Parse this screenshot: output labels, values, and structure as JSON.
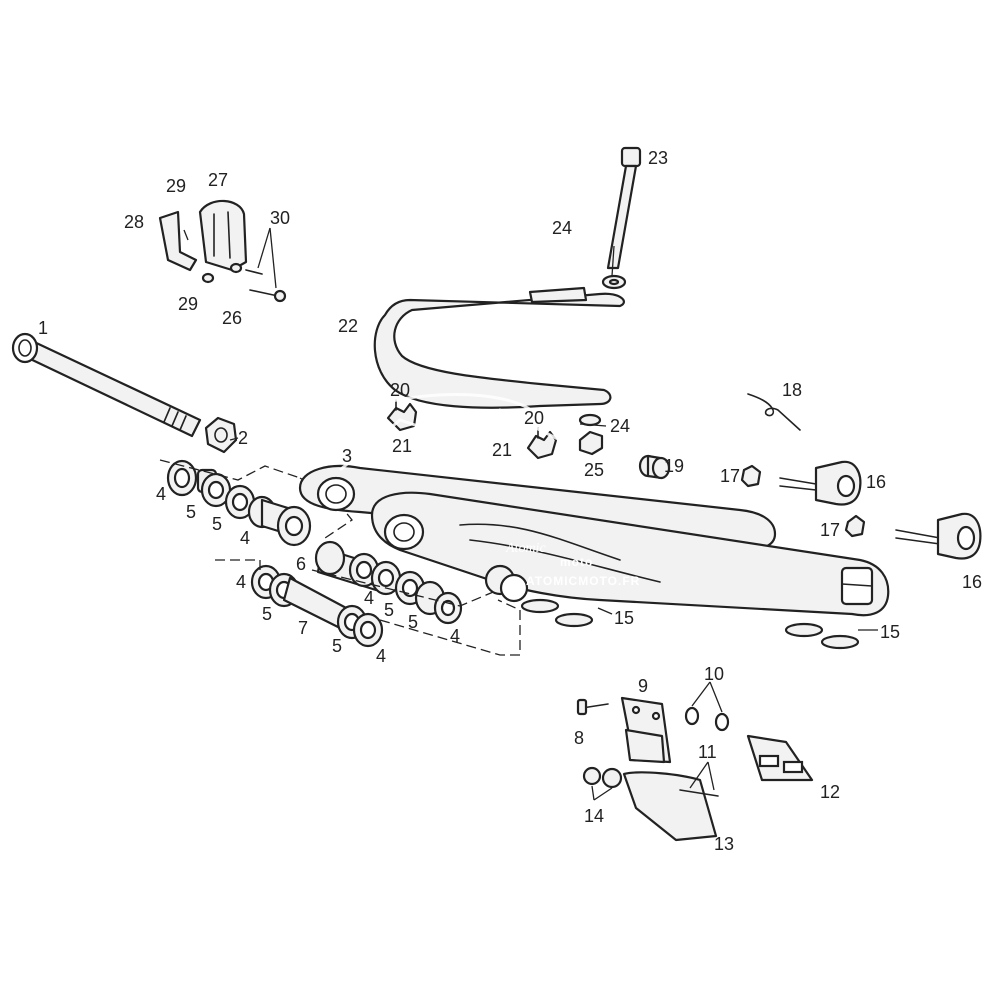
{
  "figure": {
    "watermark": {
      "script": "Atomic",
      "sub": "moto",
      "url": "ATOMICMOTO.FR"
    }
  },
  "callouts": [
    {
      "id": "c1",
      "label": "1"
    },
    {
      "id": "c2",
      "label": "2"
    },
    {
      "id": "c3",
      "label": "3"
    },
    {
      "id": "c4a",
      "label": "4"
    },
    {
      "id": "c5a",
      "label": "5"
    },
    {
      "id": "c5b",
      "label": "5"
    },
    {
      "id": "c4b",
      "label": "4"
    },
    {
      "id": "c6",
      "label": "6"
    },
    {
      "id": "c4c",
      "label": "4"
    },
    {
      "id": "c5c",
      "label": "5"
    },
    {
      "id": "c7",
      "label": "7"
    },
    {
      "id": "c5d",
      "label": "5"
    },
    {
      "id": "c4d",
      "label": "4"
    },
    {
      "id": "c4e",
      "label": "4"
    },
    {
      "id": "c5e",
      "label": "5"
    },
    {
      "id": "c5f",
      "label": "5"
    },
    {
      "id": "c4f",
      "label": "4"
    },
    {
      "id": "c8",
      "label": "8"
    },
    {
      "id": "c9",
      "label": "9"
    },
    {
      "id": "c10",
      "label": "10"
    },
    {
      "id": "c11",
      "label": "11"
    },
    {
      "id": "c12",
      "label": "12"
    },
    {
      "id": "c13",
      "label": "13"
    },
    {
      "id": "c14",
      "label": "14"
    },
    {
      "id": "c15a",
      "label": "15"
    },
    {
      "id": "c15b",
      "label": "15"
    },
    {
      "id": "c16a",
      "label": "16"
    },
    {
      "id": "c16b",
      "label": "16"
    },
    {
      "id": "c17a",
      "label": "17"
    },
    {
      "id": "c17b",
      "label": "17"
    },
    {
      "id": "c18",
      "label": "18"
    },
    {
      "id": "c19",
      "label": "19"
    },
    {
      "id": "c20a",
      "label": "20"
    },
    {
      "id": "c21a",
      "label": "21"
    },
    {
      "id": "c20b",
      "label": "20"
    },
    {
      "id": "c21b",
      "label": "21"
    },
    {
      "id": "c22",
      "label": "22"
    },
    {
      "id": "c23",
      "label": "23"
    },
    {
      "id": "c24a",
      "label": "24"
    },
    {
      "id": "c24b",
      "label": "24"
    },
    {
      "id": "c25",
      "label": "25"
    },
    {
      "id": "c26",
      "label": "26"
    },
    {
      "id": "c27",
      "label": "27"
    },
    {
      "id": "c28",
      "label": "28"
    },
    {
      "id": "c29a",
      "label": "29"
    },
    {
      "id": "c29b",
      "label": "29"
    },
    {
      "id": "c30",
      "label": "30"
    }
  ]
}
